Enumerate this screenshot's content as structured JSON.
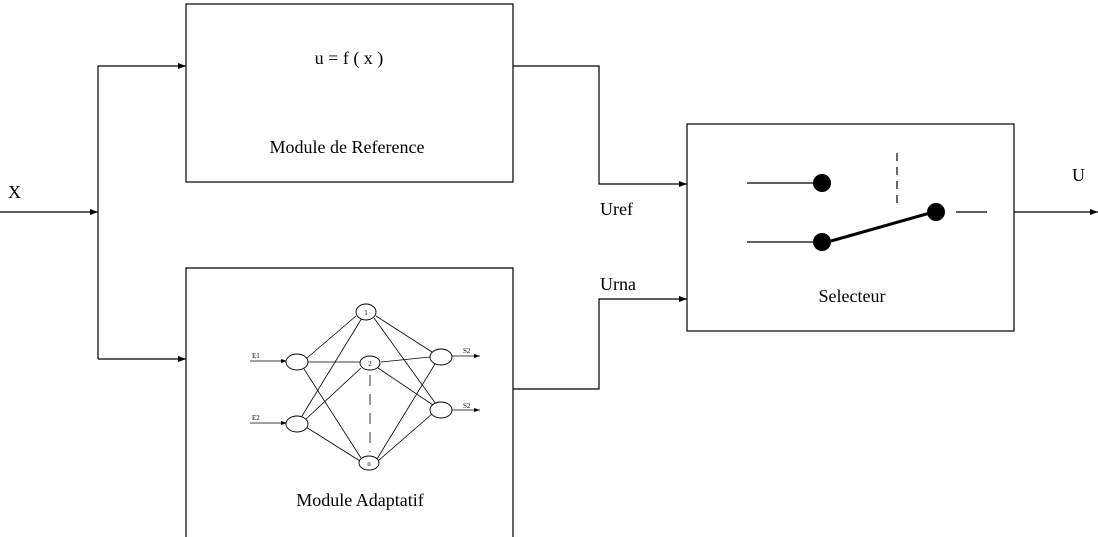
{
  "input": {
    "label": "X"
  },
  "output": {
    "label": "U"
  },
  "reference_module": {
    "equation": "u = f ( x )",
    "title": "Module de Reference",
    "output_label": "Uref"
  },
  "adaptive_module": {
    "title": "Module Adaptatif",
    "output_label": "Urna",
    "network": {
      "inputs": [
        "E1",
        "E2"
      ],
      "hidden": [
        "1",
        "2",
        "n"
      ],
      "outputs": [
        "S2",
        "S2"
      ]
    }
  },
  "selector": {
    "title": "Selecteur"
  }
}
